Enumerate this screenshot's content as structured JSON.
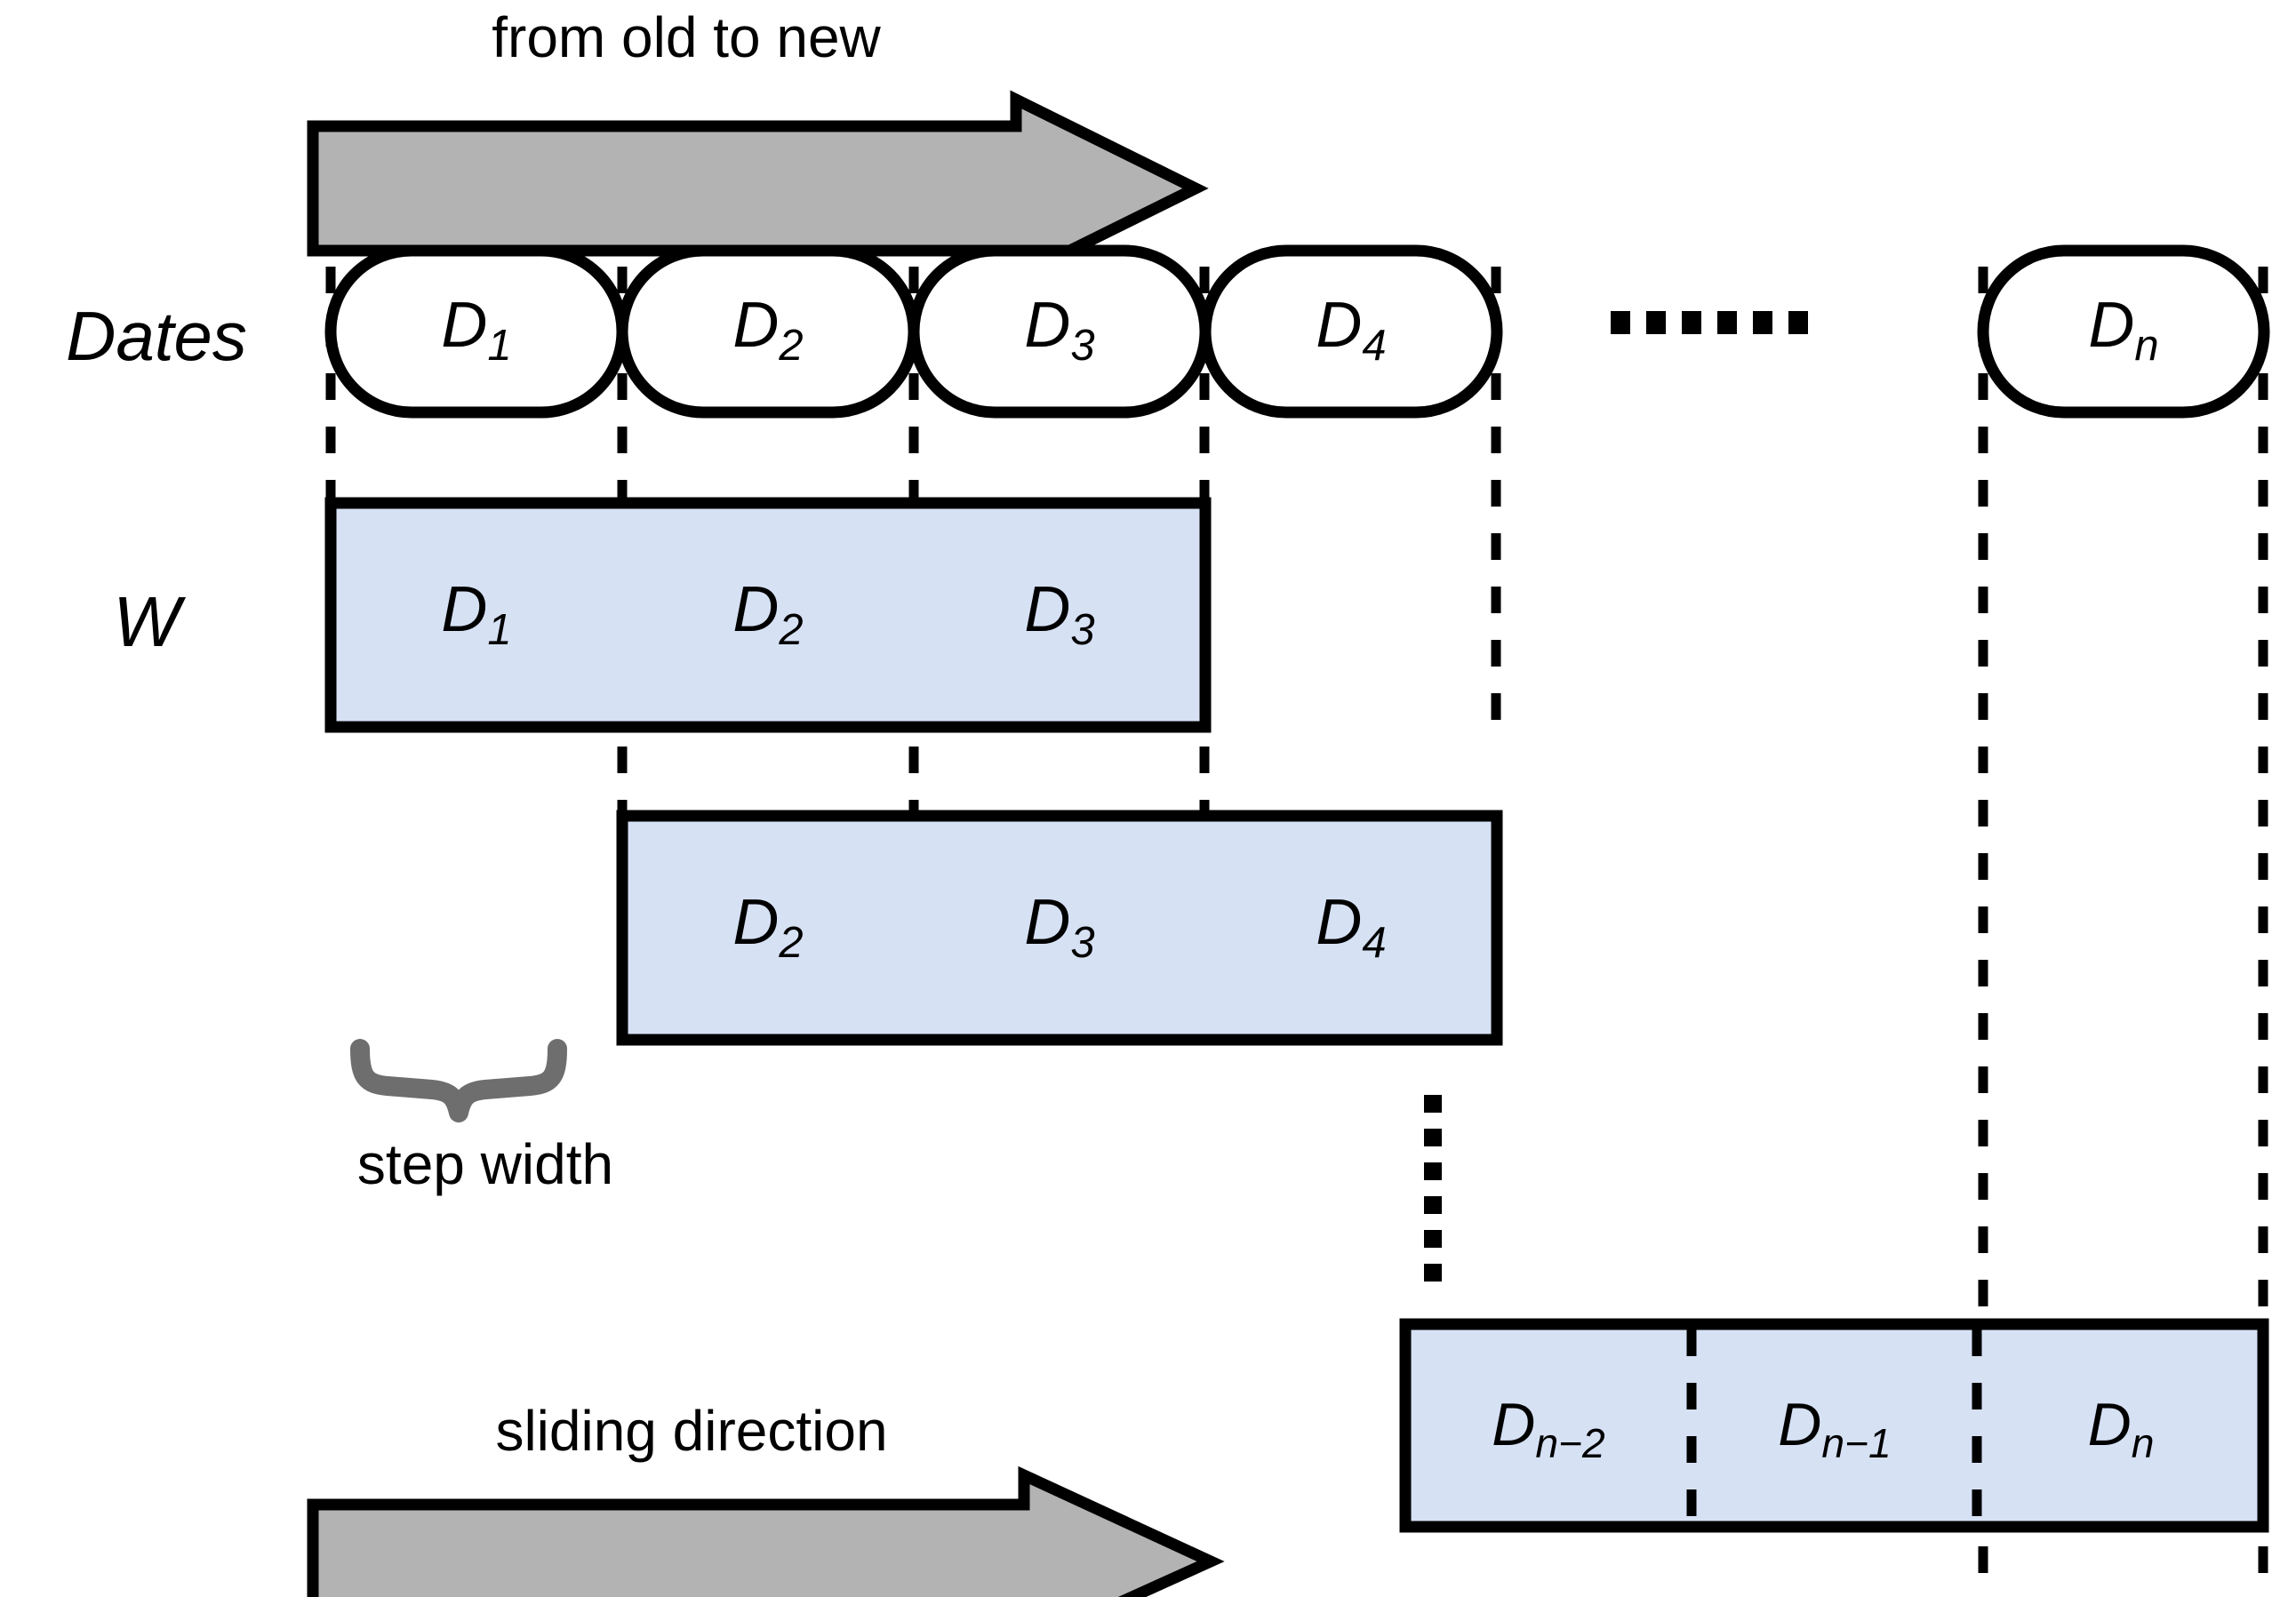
{
  "figure": {
    "annotations": {
      "top_arrow_caption": "from old to new",
      "bottom_arrow_caption": "sliding direction",
      "step_width_caption": "step width"
    },
    "row_labels": {
      "dates": "Dates",
      "window": "W"
    },
    "dates_row": {
      "capsules": [
        {
          "base": "D",
          "sub": "1"
        },
        {
          "base": "D",
          "sub": "2"
        },
        {
          "base": "D",
          "sub": "3"
        },
        {
          "base": "D",
          "sub": "4"
        },
        {
          "base": "D",
          "sub": "n"
        }
      ],
      "ellipsis_dots": 6
    },
    "windows": [
      {
        "name": "window-1",
        "cells": [
          {
            "base": "D",
            "sub": "1"
          },
          {
            "base": "D",
            "sub": "2"
          },
          {
            "base": "D",
            "sub": "3"
          }
        ]
      },
      {
        "name": "window-2",
        "cells": [
          {
            "base": "D",
            "sub": "2"
          },
          {
            "base": "D",
            "sub": "3"
          },
          {
            "base": "D",
            "sub": "4"
          }
        ]
      },
      {
        "name": "window-last",
        "cells": [
          {
            "base": "D",
            "sub": "n−2"
          },
          {
            "base": "D",
            "sub": "n−1"
          },
          {
            "base": "D",
            "sub": "n"
          }
        ]
      }
    ],
    "vertical_ellipsis_dots": 6,
    "colors": {
      "window_fill": "#d6e1f4",
      "stroke": "#000000",
      "arrow_fill": "#b3b3b3",
      "brace": "#6e6e6e",
      "background": "#ffffff"
    }
  }
}
